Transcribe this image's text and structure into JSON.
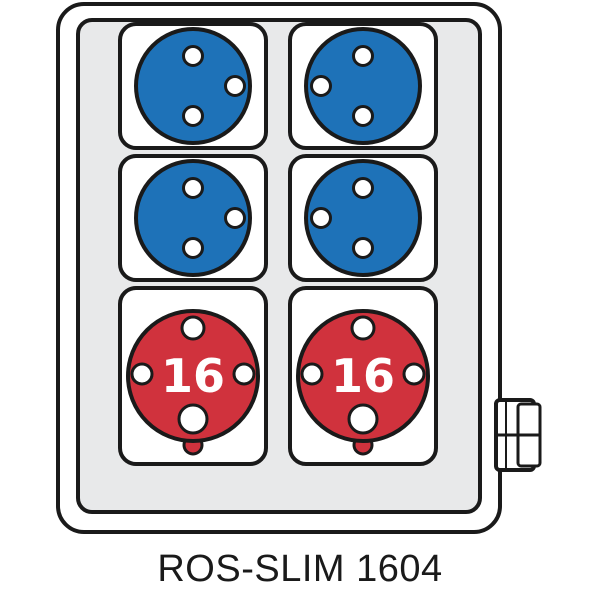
{
  "product": {
    "model": "ROS-SLIM 1604"
  },
  "sockets": [
    {
      "kind": "schuko",
      "color": "#1e72b8"
    },
    {
      "kind": "schuko",
      "color": "#1e72b8",
      "mirrored": true
    },
    {
      "kind": "schuko",
      "color": "#1e72b8"
    },
    {
      "kind": "schuko",
      "color": "#1e72b8",
      "mirrored": true
    },
    {
      "kind": "cee",
      "color": "#d0323d",
      "rating": "16"
    },
    {
      "kind": "cee",
      "color": "#d0323d",
      "rating": "16"
    }
  ],
  "colors": {
    "housing_fill": "#e8e9ea",
    "outline": "#1a1a1a",
    "blue": "#1e72b8",
    "red": "#d0323d"
  }
}
